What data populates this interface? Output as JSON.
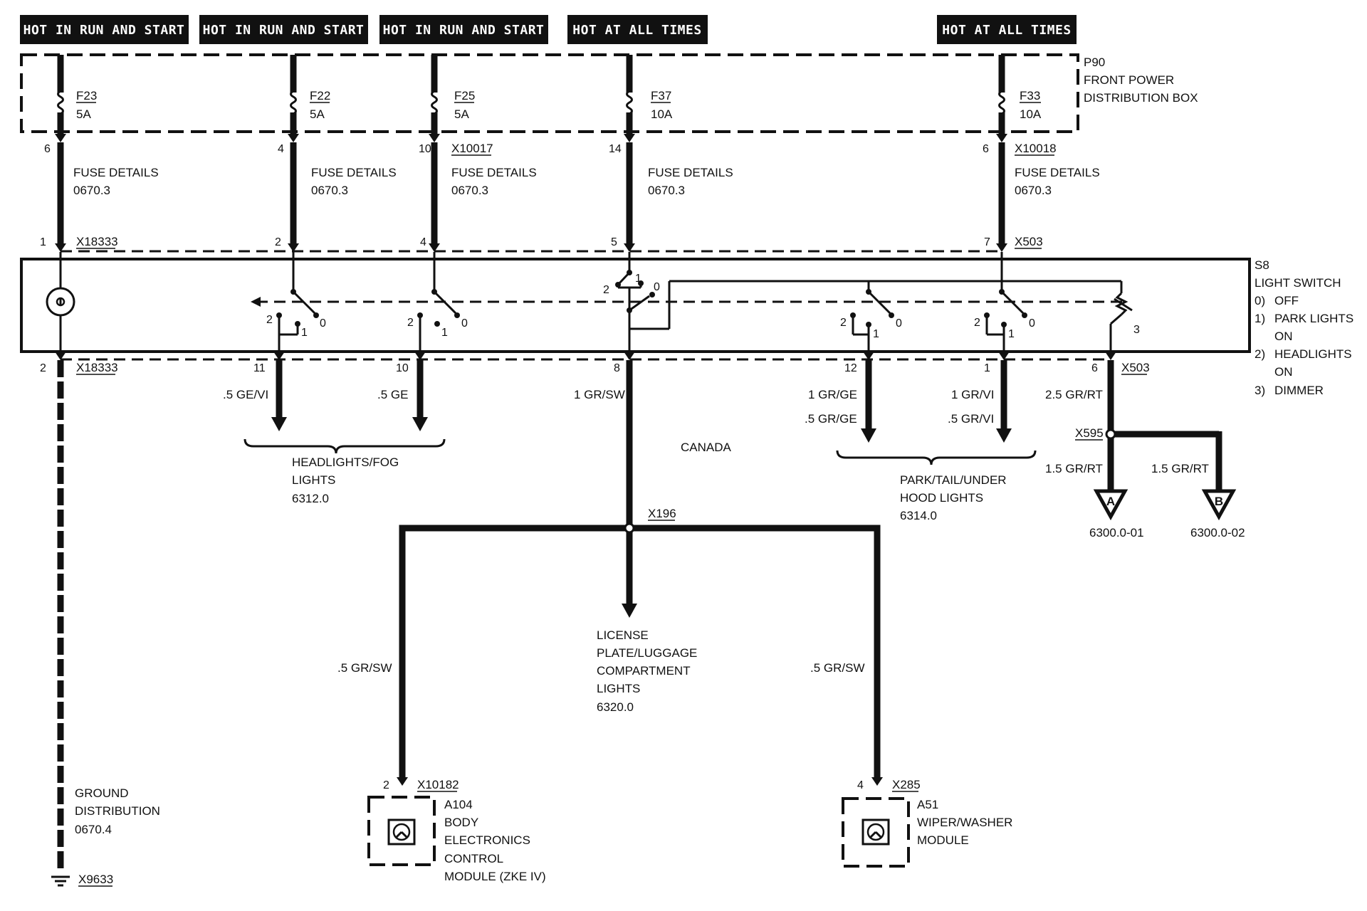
{
  "power_labels": [
    "HOT IN RUN AND START",
    "HOT IN RUN AND START",
    "HOT IN RUN AND START",
    "HOT AT ALL TIMES",
    "HOT AT ALL TIMES"
  ],
  "p90": {
    "id": "P90",
    "line1": "FRONT POWER",
    "line2": "DISTRIBUTION BOX"
  },
  "fuses": [
    {
      "id": "F23",
      "rating": "5A"
    },
    {
      "id": "F22",
      "rating": "5A"
    },
    {
      "id": "F25",
      "rating": "5A"
    },
    {
      "id": "F37",
      "rating": "10A"
    },
    {
      "id": "F33",
      "rating": "10A"
    }
  ],
  "fuse_out_pins": [
    "6",
    "4",
    "10",
    "14",
    "6"
  ],
  "connectors_top": {
    "x10017": "X10017",
    "x10018": "X10018",
    "x18333": "X18333",
    "x503": "X503"
  },
  "fuse_details": {
    "label": "FUSE DETAILS",
    "ref": "0670.3"
  },
  "switch_in_pins": [
    "1",
    "2",
    "4",
    "5",
    "7"
  ],
  "s8": {
    "id": "S8",
    "title": "LIGHT SWITCH",
    "positions": [
      {
        "num": "0)",
        "line1": "OFF",
        "line2": ""
      },
      {
        "num": "1)",
        "line1": "PARK LIGHTS",
        "line2": "ON"
      },
      {
        "num": "2)",
        "line1": "HEADLIGHTS",
        "line2": "ON"
      },
      {
        "num": "3)",
        "line1": "DIMMER",
        "line2": ""
      }
    ]
  },
  "switch_contacts": {
    "c0": "0",
    "c1": "1",
    "c2": "2",
    "c3": "3"
  },
  "switch_out_pins": [
    "2",
    "11",
    "10",
    "8",
    "12",
    "1",
    "6"
  ],
  "connectors_bottom": {
    "x18333": "X18333",
    "x503": "X503"
  },
  "wires": {
    "ge_vi": ".5 GE/VI",
    "ge": ".5 GE",
    "gr_sw_1": "1 GR/SW",
    "gr_ge_1": "1 GR/GE",
    "gr_ge_05": ".5 GR/GE",
    "gr_vi_1": "1 GR/VI",
    "gr_vi_05": ".5 GR/VI",
    "gr_rt_25": "2.5 GR/RT",
    "gr_rt_15_a": "1.5 GR/RT",
    "gr_rt_15_b": "1.5 GR/RT",
    "gr_sw_05_a": ".5 GR/SW",
    "gr_sw_05_b": ".5 GR/SW"
  },
  "canada": "CANADA",
  "headlights": {
    "line1": "HEADLIGHTS/FOG",
    "line2": "LIGHTS",
    "ref": "6312.0"
  },
  "park": {
    "line1": "PARK/TAIL/UNDER",
    "line2": "HOOD LIGHTS",
    "ref": "6314.0"
  },
  "x595": "X595",
  "arrow_a": {
    "letter": "A",
    "ref": "6300.0-01"
  },
  "arrow_b": {
    "letter": "B",
    "ref": "6300.0-02"
  },
  "x196": "X196",
  "license": {
    "line1": "LICENSE",
    "line2": "PLATE/LUGGAGE",
    "line3": "COMPARTMENT",
    "line4": "LIGHTS",
    "ref": "6320.0"
  },
  "ground": {
    "line1": "GROUND",
    "line2": "DISTRIBUTION",
    "ref": "0670.4",
    "conn": "X9633"
  },
  "a104": {
    "pin": "2",
    "conn": "X10182",
    "id": "A104",
    "line1": "BODY",
    "line2": "ELECTRONICS",
    "line3": "CONTROL",
    "line4": "MODULE (ZKE IV)"
  },
  "a51": {
    "pin": "4",
    "conn": "X285",
    "id": "A51",
    "line1": "WIPER/WASHER",
    "line2": "MODULE"
  }
}
